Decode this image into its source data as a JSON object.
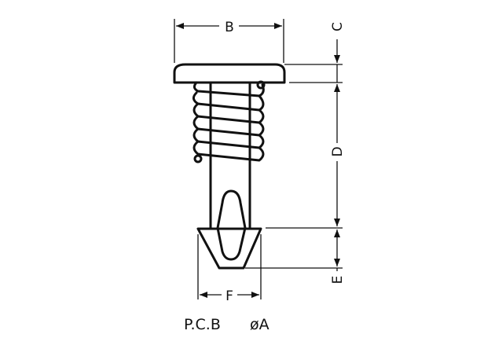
{
  "labels": {
    "B": "B",
    "C": "C",
    "D": "D",
    "E": "E",
    "F": "F"
  },
  "caption": {
    "pcb": "P.C.B",
    "diameter": "øA"
  }
}
